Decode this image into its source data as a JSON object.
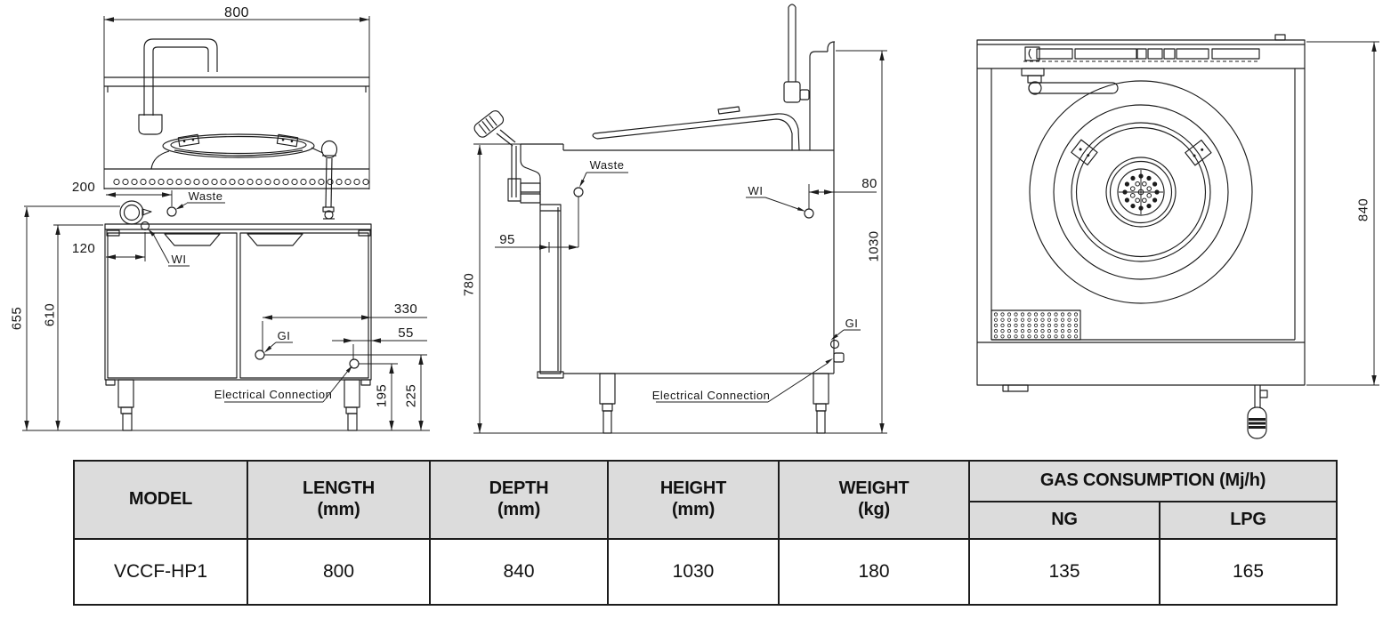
{
  "front_view": {
    "dim_width": "800",
    "dim_waste_offset": "200",
    "label_waste": "Waste",
    "dim_wi_offset": "120",
    "label_wi": "WI",
    "dim_height_floor_to_waste": "655",
    "dim_height_floor_to_cabinet": "610",
    "dim_gi_offset": "330",
    "dim_ec_offset": "55",
    "label_gi": "GI",
    "label_ec": "Electrical Connection",
    "dim_ec_height": "195",
    "dim_gi_height": "225"
  },
  "side_view": {
    "label_waste": "Waste",
    "dim_waste_offset": "95",
    "dim_body_height": "780",
    "label_wi": "WI",
    "dim_wi_offset": "80",
    "dim_overall_height": "1030",
    "label_gi": "GI",
    "label_ec": "Electrical Connection"
  },
  "top_view": {
    "dim_depth": "840"
  },
  "spec_table": {
    "headers": {
      "model": "MODEL",
      "length": "LENGTH",
      "length_unit": "(mm)",
      "depth": "DEPTH",
      "depth_unit": "(mm)",
      "height": "HEIGHT",
      "height_unit": "(mm)",
      "weight": "WEIGHT",
      "weight_unit": "(kg)",
      "gas": "GAS CONSUMPTION (Mj/h)",
      "ng": "NG",
      "lpg": "LPG"
    },
    "row": {
      "model": "VCCF-HP1",
      "length": "800",
      "depth": "840",
      "height": "1030",
      "weight": "180",
      "ng": "135",
      "lpg": "165"
    }
  }
}
